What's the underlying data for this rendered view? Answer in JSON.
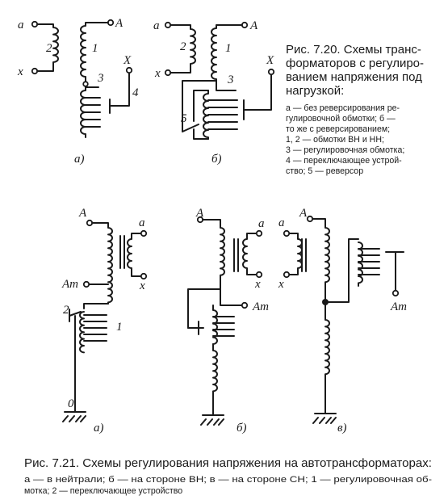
{
  "labels": {
    "a": "a",
    "x": "x",
    "A": "A",
    "X": "X",
    "Am": "Am",
    "n0": "0",
    "n1": "1",
    "n2": "2",
    "n3": "3",
    "n4": "4",
    "n5": "5",
    "sub_a": "а)",
    "sub_b": "б)",
    "sub_v": "в)"
  },
  "caption_720": {
    "title": [
      "Рис. 7.20. Схемы транс-",
      "форматоров с регулиро-",
      "ванием напряжения под",
      "нагрузкой:"
    ],
    "body": [
      "а — без реверсирования ре-",
      "гулировочной обмотки; б —",
      "то же с реверсированием;",
      "1, 2 — обмотки ВН и НН;",
      "3 — регулировочная обмотка;",
      "4 — переключающее устрой-",
      "ство; 5 — реверсор"
    ]
  },
  "caption_721": {
    "title": "Рис. 7.21. Схемы регулирования напряжения на автотрансформаторах:",
    "body": [
      "а — в нейтрали; б — на стороне ВН; в — на стороне СН; 1 — регулировочная об-",
      "мотка; 2 — переключающее устройство"
    ]
  }
}
